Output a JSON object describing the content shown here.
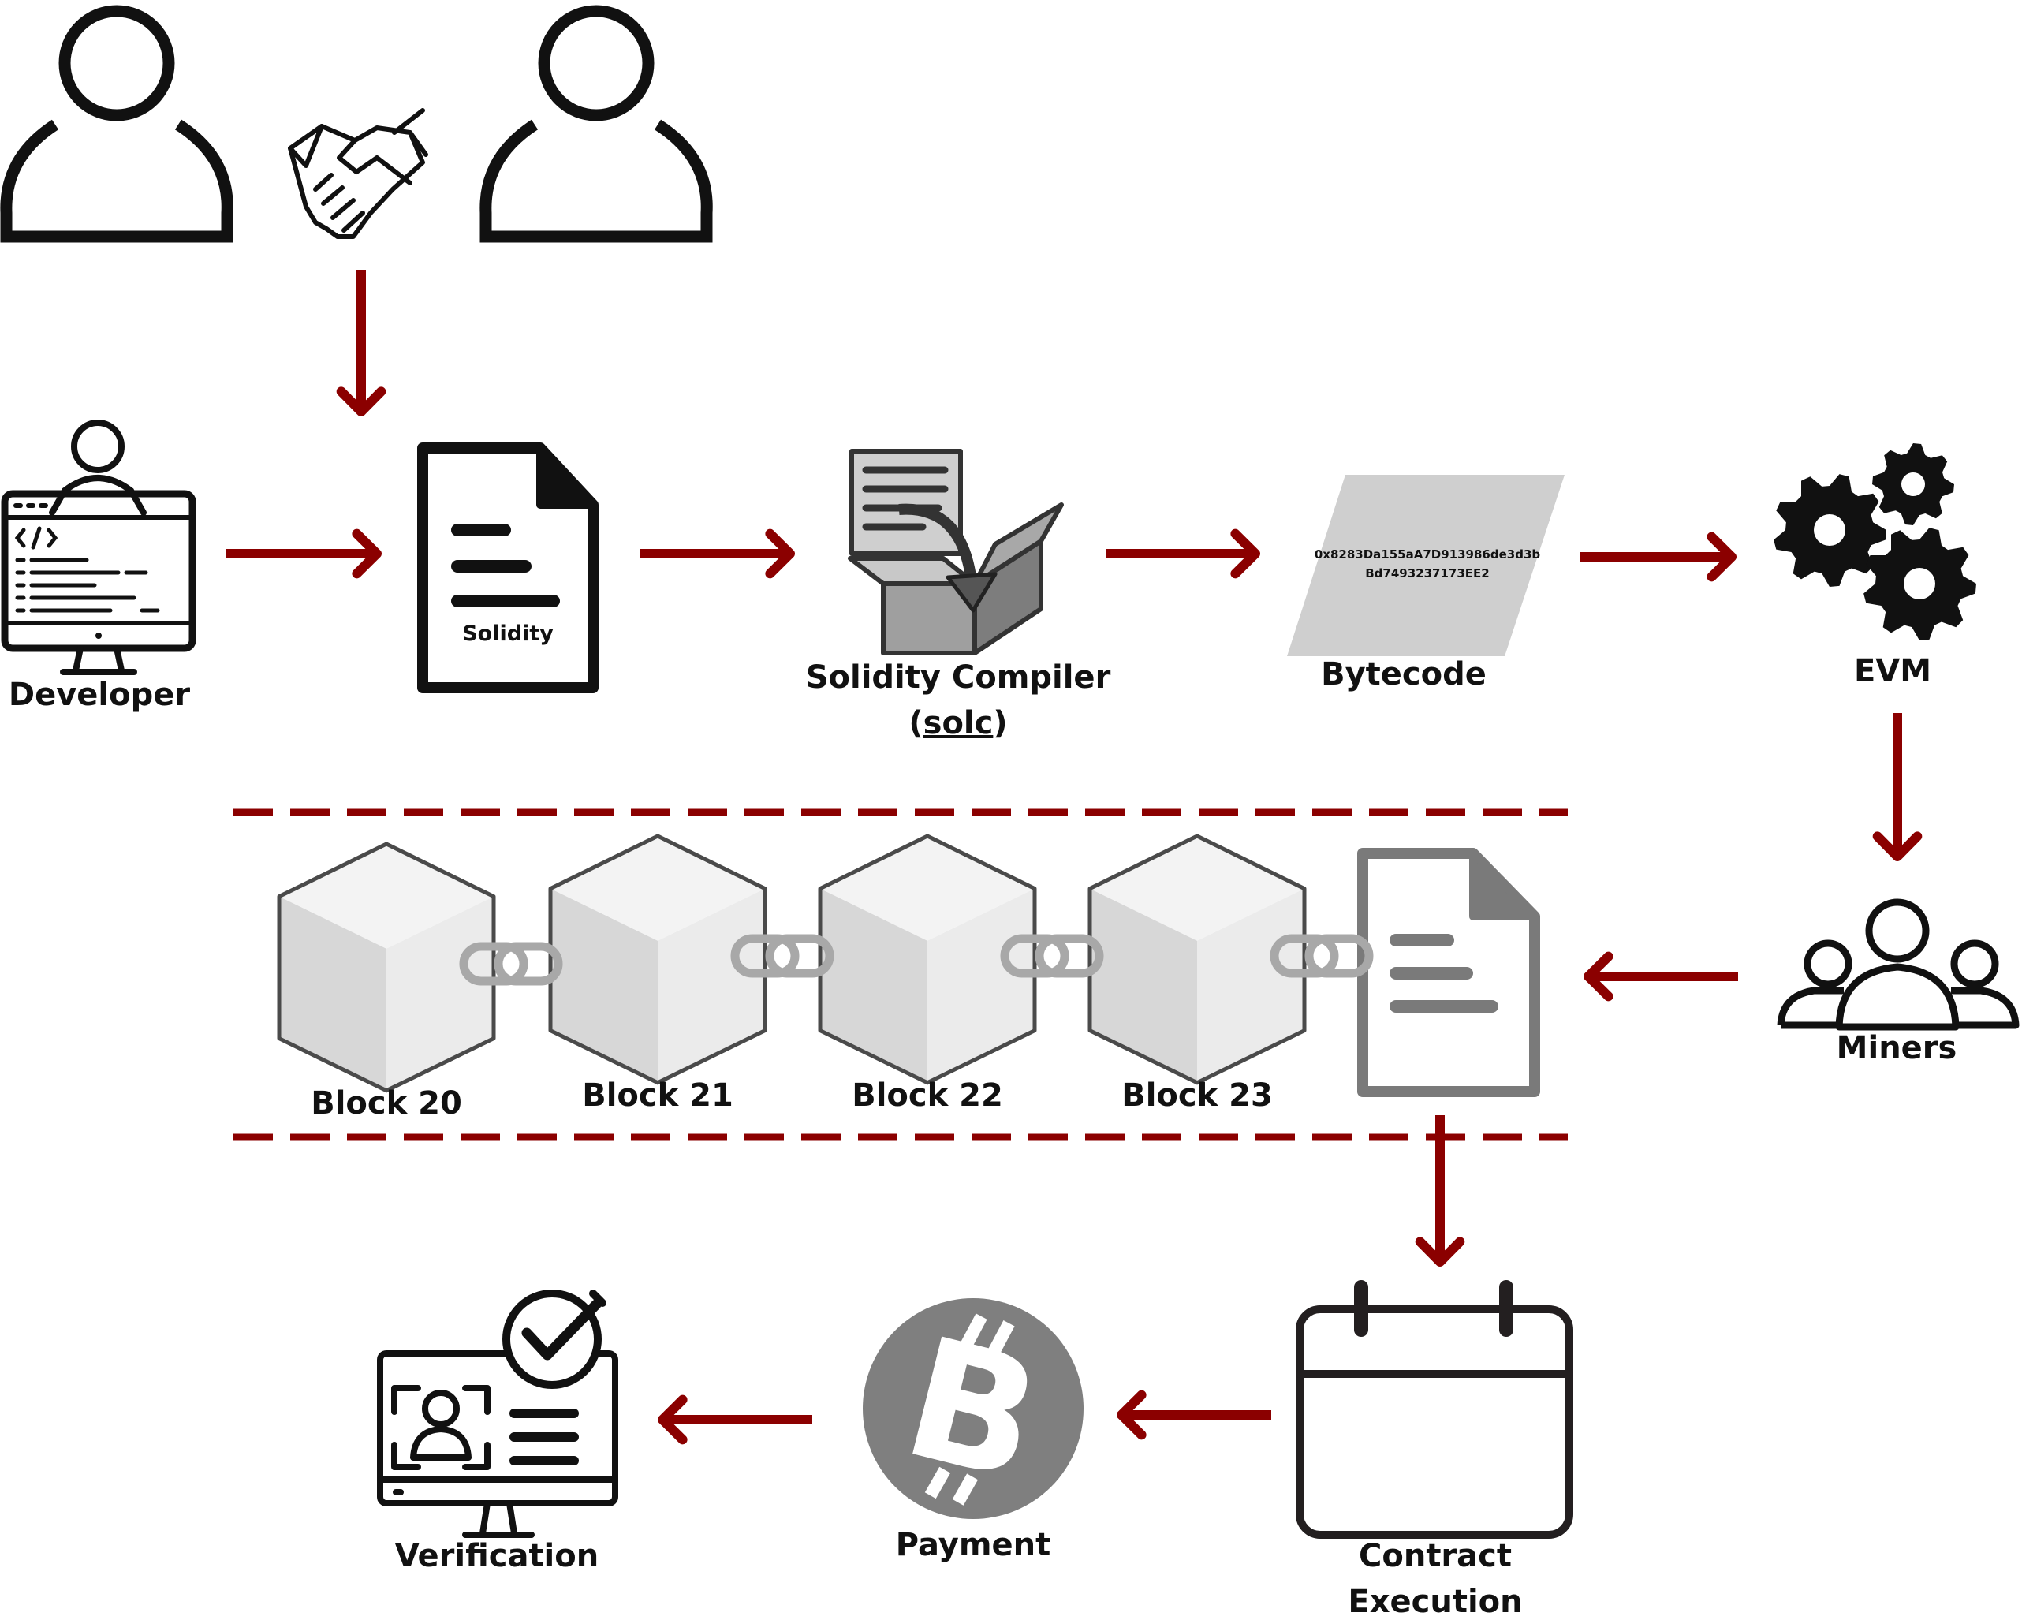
{
  "colors": {
    "arrow": "#8b0000",
    "ink": "#111111",
    "gray_file": "#7a7a7a",
    "bytecode_bg": "#cfcfcf",
    "coin": "#7f7f7f",
    "block_top": "#f3f3f3",
    "block_left": "#d7d7d7",
    "block_right": "#ebebeb",
    "block_edge": "#4a4a4a"
  },
  "icons": {
    "parties": "user-icon",
    "agreement": "handshake-icon",
    "developer": "developer-monitor-icon",
    "contract": "document-icon",
    "compiler": "compiler-box-icon",
    "evm": "gears-icon",
    "miners": "group-icon",
    "block": "cube-icon",
    "link": "chain-link-icon",
    "execution": "calendar-icon",
    "payment": "bitcoin-icon",
    "verification": "verified-id-icon"
  },
  "labels": {
    "developer": "Developer",
    "solidity": "Solidity",
    "compiler_line1": "Solidity Compiler",
    "compiler_line2_open": "(",
    "compiler_line2_mid": "solc",
    "compiler_line2_close": ")",
    "bytecode_line1": "0x8283Da155aA7D913986de3d3b",
    "bytecode_line2": "Bd7493237173EE2",
    "bytecode": "Bytecode",
    "evm": "EVM",
    "miners": "Miners",
    "block20": "Block 20",
    "block21": "Block 21",
    "block22": "Block 22",
    "block23": "Block 23",
    "contract_exec_line1": "Contract",
    "contract_exec_line2": "Execution",
    "payment": "Payment",
    "verification": "Verification"
  }
}
